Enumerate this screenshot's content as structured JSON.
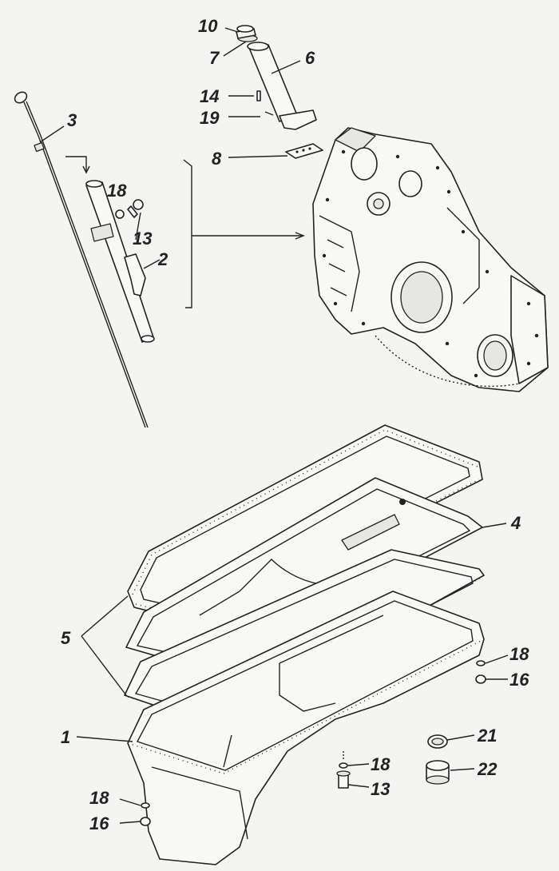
{
  "callouts": {
    "c10": "10",
    "c7": "7",
    "c6": "6",
    "c14": "14",
    "c19": "19",
    "c8": "8",
    "c3": "3",
    "c18a": "18",
    "c13a": "13",
    "c2": "2",
    "c4": "4",
    "c5": "5",
    "c18b": "18",
    "c16a": "16",
    "c1": "1",
    "c21": "21",
    "c18c": "18",
    "c22": "22",
    "c13b": "13",
    "c18d": "18",
    "c16b": "16"
  },
  "colors": {
    "ink": "#222222",
    "paper": "#f4f4f2"
  }
}
